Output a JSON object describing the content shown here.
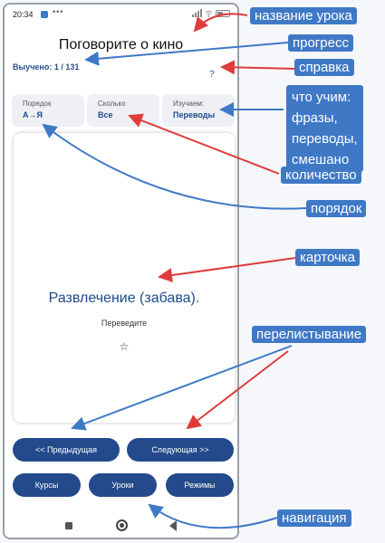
{
  "status": {
    "time": "20:34",
    "dots": "•••"
  },
  "lesson": {
    "title": "Поговорите о кино"
  },
  "progress": {
    "text": "Выучено: 1 / 131"
  },
  "help": {
    "label": "?"
  },
  "options": [
    {
      "label": "Порядок",
      "value": "А→Я"
    },
    {
      "label": "Сколько",
      "value": "Все"
    },
    {
      "label": "Изучаем:",
      "value": "Переводы"
    }
  ],
  "card": {
    "phrase": "Развлечение (забава).",
    "prompt": "Переведите",
    "star": "☆"
  },
  "buttons": {
    "prev": "<< Предыдущая",
    "next": "Следующая >>",
    "courses": "Курсы",
    "lessons": "Уроки",
    "modes": "Режимы"
  },
  "annotations": {
    "lesson_name": "название урока",
    "progress": "прогресс",
    "help": "справка",
    "what_learn": [
      "что учим:",
      "фразы,",
      "переводы,",
      "смешано"
    ],
    "quantity": "количество",
    "order": "порядок",
    "card": "карточка",
    "paging": "перелистывание",
    "navigation": "навигация"
  },
  "colors": {
    "accent": "#244a8c",
    "annotation_blue": "#3f79c6",
    "annotation_red": "#e03a3a"
  }
}
